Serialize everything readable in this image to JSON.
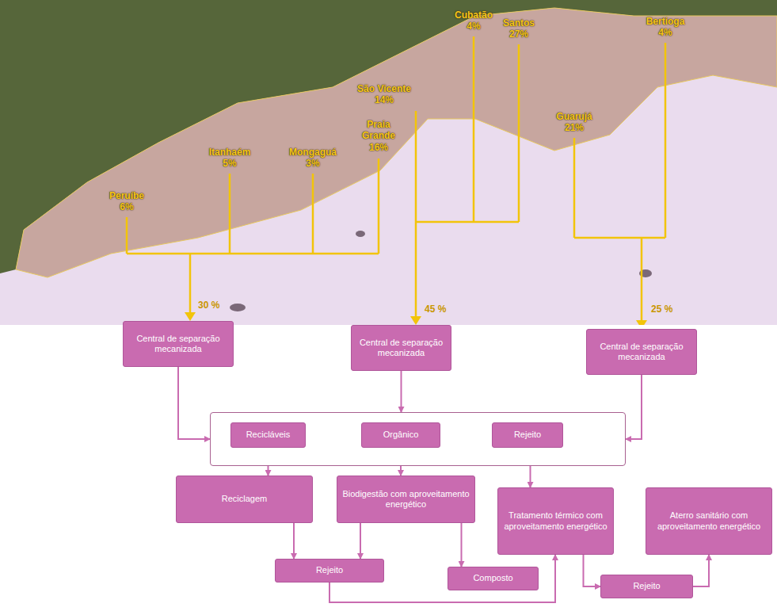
{
  "diagram": {
    "nodes": [
      {
        "text": [
          "Central de separação mecanizada"
        ]
      },
      {
        "text": [
          "Central de separação mecanizada"
        ]
      },
      {
        "text": [
          "Central de separação mecanizada"
        ]
      },
      {
        "text": []
      },
      {
        "text": [
          "Recicláveis"
        ],
        "in": 3
      },
      {
        "text": [
          "Orgânico"
        ],
        "in": 3
      },
      {
        "text": [
          "Rejeito"
        ],
        "in": 3
      },
      {
        "text": [
          "Reciclagem"
        ]
      },
      {
        "text": [
          "Biodigestão com aproveitamento energético"
        ]
      },
      {
        "text": [
          "Tratamento térmico com aproveitamento energético"
        ]
      },
      {
        "text": [
          "Aterro sanitário com aproveitamento energético"
        ]
      },
      {
        "text": [
          "Rejeito"
        ]
      },
      {
        "text": [
          "Composto"
        ]
      },
      {
        "text": [
          "Rejeito"
        ]
      }
    ],
    "edges": [
      {
        "from": 0,
        "to": 3,
        "arrow": "to"
      },
      {
        "from": 1,
        "to": 3,
        "arrow": "to"
      },
      {
        "from": 2,
        "to": 3,
        "arrow": "to"
      },
      {
        "from": 4,
        "to": 7,
        "arrow": "to"
      },
      {
        "from": 5,
        "to": 8,
        "arrow": "to"
      },
      {
        "from": 6,
        "to": 9,
        "arrow": "to"
      },
      {
        "from": 7,
        "to": 11,
        "arrow": "to"
      },
      {
        "from": 8,
        "to": 11,
        "arrow": "to"
      },
      {
        "from": 8,
        "to": 12,
        "arrow": "to"
      },
      {
        "from": 11,
        "to": 9,
        "arrow": "to"
      },
      {
        "from": 9,
        "to": 13,
        "arrow": "to"
      },
      {
        "from": 13,
        "to": 10,
        "arrow": "to"
      }
    ],
    "labels": [
      "Peruíbe",
      "6%",
      "Itanhaém",
      "5%",
      "Mongaguá",
      "3%",
      "Praia Grande",
      "16%",
      "São Vicente",
      "14%",
      "Cubatão",
      "4%",
      "Santos",
      "27%",
      "Guarujá",
      "21%",
      "Bertioga",
      "4%",
      "30 %",
      "45 %",
      "25 %"
    ]
  }
}
